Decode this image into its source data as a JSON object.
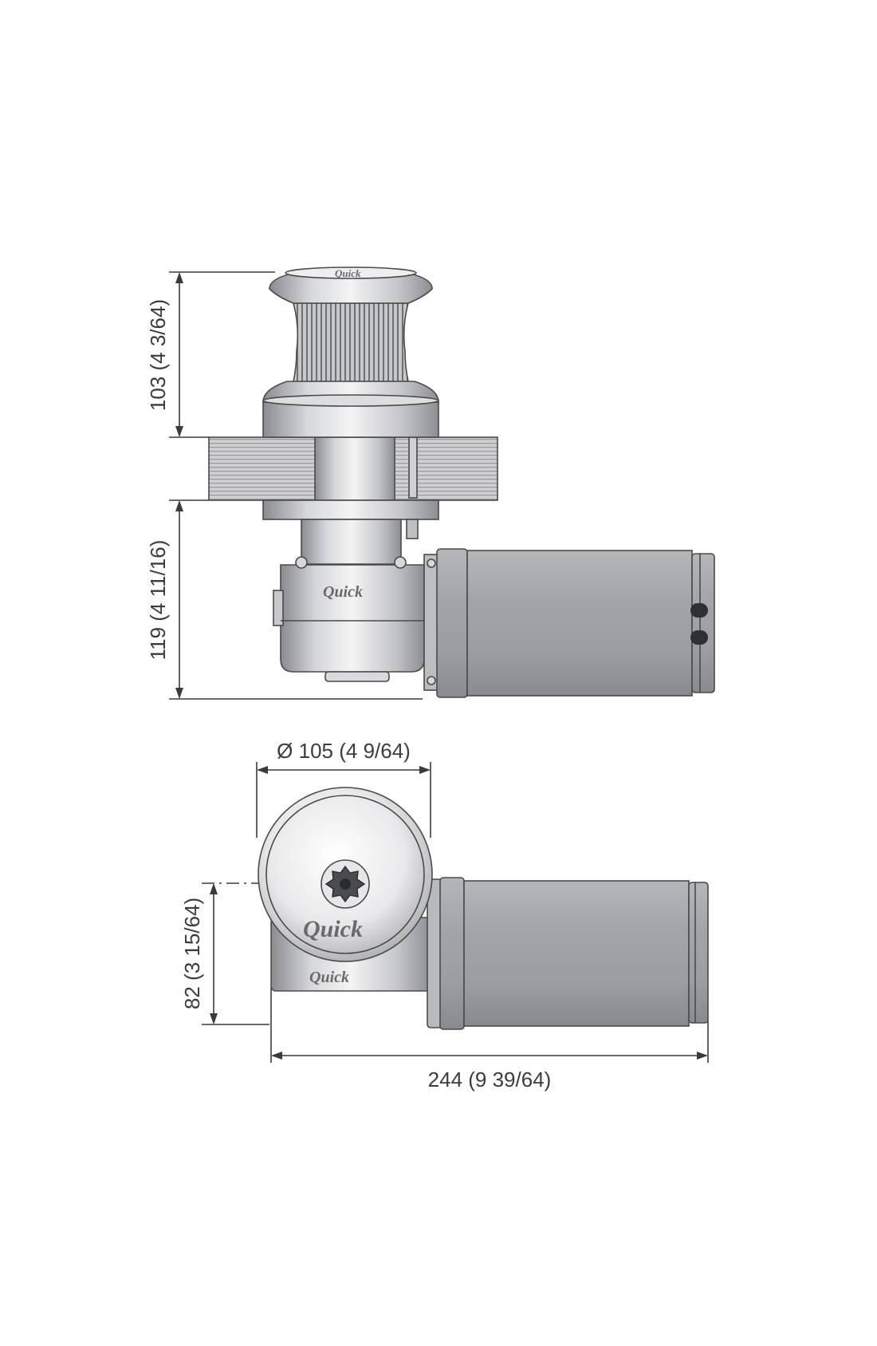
{
  "dimensions": {
    "top_height": "103 (4 3/64)",
    "bottom_height": "119 (4 11/16)",
    "diameter": "Ø 105 (4 9/64)",
    "axis_offset": "82 (3 15/64)",
    "total_length": "244 (9 39/64)"
  },
  "brand": {
    "logo_text": "Quick"
  },
  "colors": {
    "line": "#3a3a3a",
    "metal_light": "#e8e8ea",
    "metal_mid": "#b8b9bd",
    "metal_dark": "#7d7e83",
    "deck": "#c9c9cc",
    "motor": "#a9aaae"
  }
}
